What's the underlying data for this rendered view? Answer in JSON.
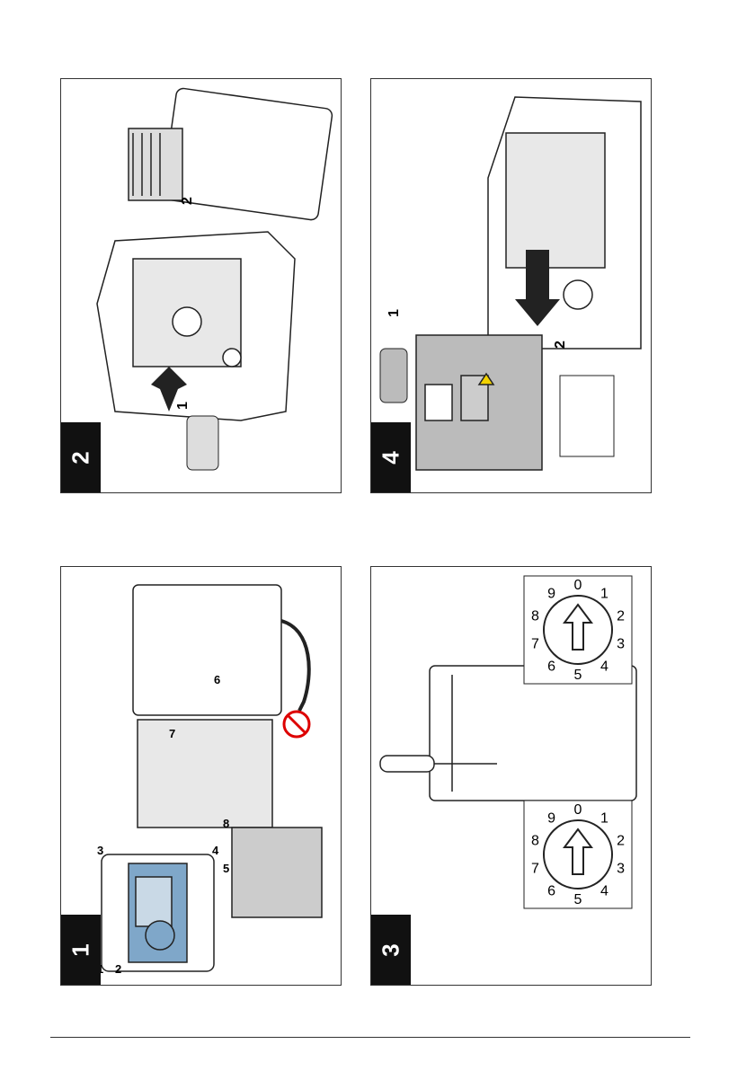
{
  "panels": {
    "p2": {
      "step": "2",
      "callout_1": "1",
      "callout_2": "2"
    },
    "p4": {
      "step": "4",
      "callout_1": "1",
      "callout_2": "2"
    },
    "p1": {
      "step": "1",
      "callout_1": "1",
      "callout_2": "2",
      "callout_3": "3",
      "callout_4": "4",
      "callout_5": "5",
      "callout_6": "6",
      "callout_7": "7",
      "callout_8": "8"
    },
    "p3": {
      "step": "3",
      "dial_left": [
        "0",
        "1",
        "2",
        "3",
        "4",
        "5",
        "6",
        "7",
        "8",
        "9"
      ],
      "dial_right": [
        "0",
        "1",
        "2",
        "3",
        "4",
        "5",
        "6",
        "7",
        "8",
        "9"
      ]
    }
  },
  "colors": {
    "border": "#333333",
    "step_bg": "#111111",
    "lcd": "#7fa7c9",
    "hazard": "#f2d200"
  }
}
